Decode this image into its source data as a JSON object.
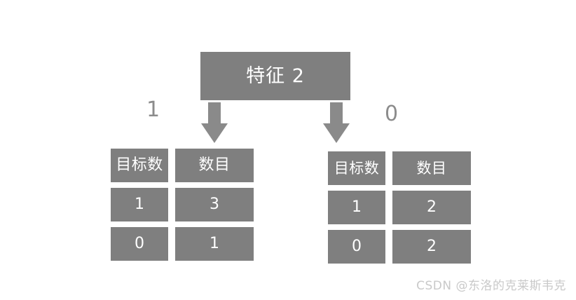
{
  "diagram": {
    "type": "decision-tree-split",
    "root": {
      "label": "特征 2"
    },
    "branches": [
      {
        "value_label": "1",
        "arrow": "down-arrow-icon",
        "table": {
          "headers": [
            "目标数",
            "数目"
          ],
          "rows": [
            [
              "1",
              "3"
            ],
            [
              "0",
              "1"
            ]
          ]
        }
      },
      {
        "value_label": "0",
        "arrow": "down-arrow-icon",
        "table": {
          "headers": [
            "目标数",
            "数目"
          ],
          "rows": [
            [
              "1",
              "2"
            ],
            [
              "0",
              "2"
            ]
          ]
        }
      }
    ],
    "colors": {
      "node_fill": "#7f7f7f",
      "node_text": "#ffffff",
      "branch_label_text": "#8c8c8c",
      "arrow_fill": "#8a8a8a",
      "background": "#ffffff",
      "watermark_text": "#c9c9c9"
    }
  },
  "watermark": {
    "text": "CSDN @东洛的克莱斯韦克"
  }
}
